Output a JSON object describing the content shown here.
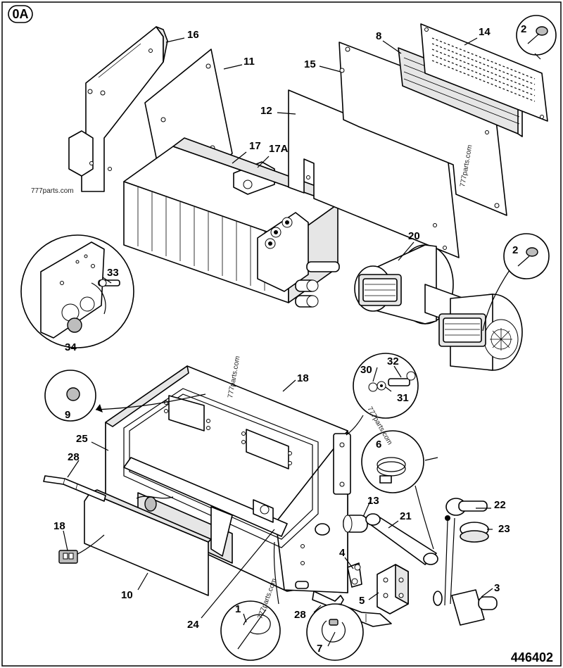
{
  "figure": {
    "section_label": "0A",
    "drawing_number": "446402",
    "watermarks": [
      "777parts.com",
      "777parts.com",
      "777parts.com",
      "777parts.com",
      "777parts.com"
    ]
  },
  "callouts": [
    "16",
    "11",
    "17",
    "17A",
    "14",
    "2",
    "8",
    "15",
    "12",
    "33",
    "34",
    "20",
    "2",
    "9",
    "18",
    "32",
    "30",
    "31",
    "25",
    "28",
    "6",
    "18",
    "13",
    "21",
    "22",
    "23",
    "4",
    "10",
    "5",
    "3",
    "24",
    "1",
    "28",
    "7"
  ]
}
